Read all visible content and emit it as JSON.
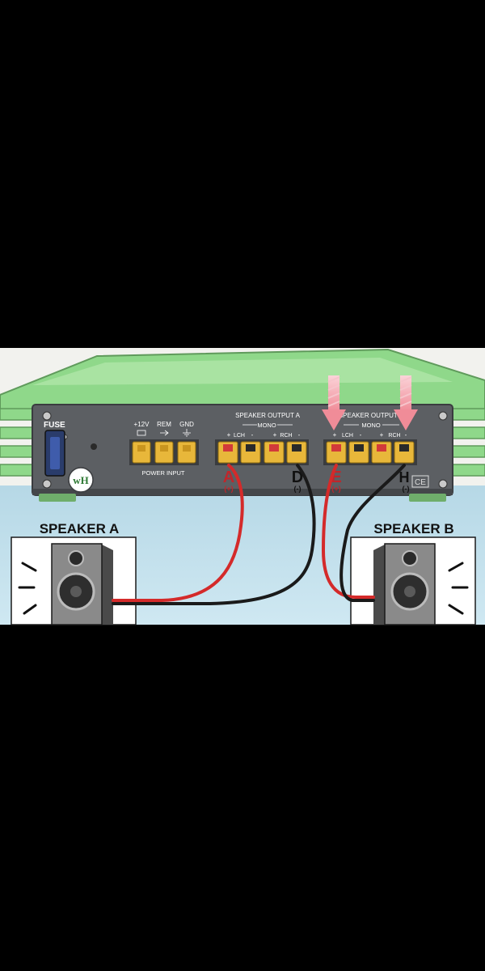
{
  "panel": {
    "fuse_label": "FUSE",
    "power_input": {
      "v12_label": "+12V",
      "rem_label": "REM",
      "gnd_label": "GND",
      "group_label": "POWER INPUT"
    },
    "speaker_output_a": {
      "title": "SPEAKER OUTPUT A",
      "mono_label": "MONO",
      "lch_label": "LCH",
      "rch_label": "RCH"
    },
    "speaker_output_b": {
      "title": "SPEAKER OUTPUT B",
      "mono_label": "MONO",
      "lch_label": "LCH",
      "rch_label": "RCH"
    },
    "terminal_letters": {
      "a": "A",
      "a_sign": "(+)",
      "d": "D",
      "d_sign": "(-)",
      "e": "E",
      "e_sign": "(+)",
      "h": "H",
      "h_sign": "(-)"
    },
    "logo_text": "wH",
    "ce_mark": "CE"
  },
  "speakers": {
    "a_label": "SPEAKER A",
    "b_label": "SPEAKER B"
  },
  "colors": {
    "amp_green": "#8fd88a",
    "panel_gray": "#5c5f63",
    "terminal_gold": "#e8b73a",
    "wire_red": "#d42a2a",
    "wire_black": "#1a1a1a",
    "plus_red": "#c0262b",
    "arrow_pink": "#f6a6ae",
    "background_top": "#f2f2ee",
    "background_floor": "#c7e3ef"
  }
}
